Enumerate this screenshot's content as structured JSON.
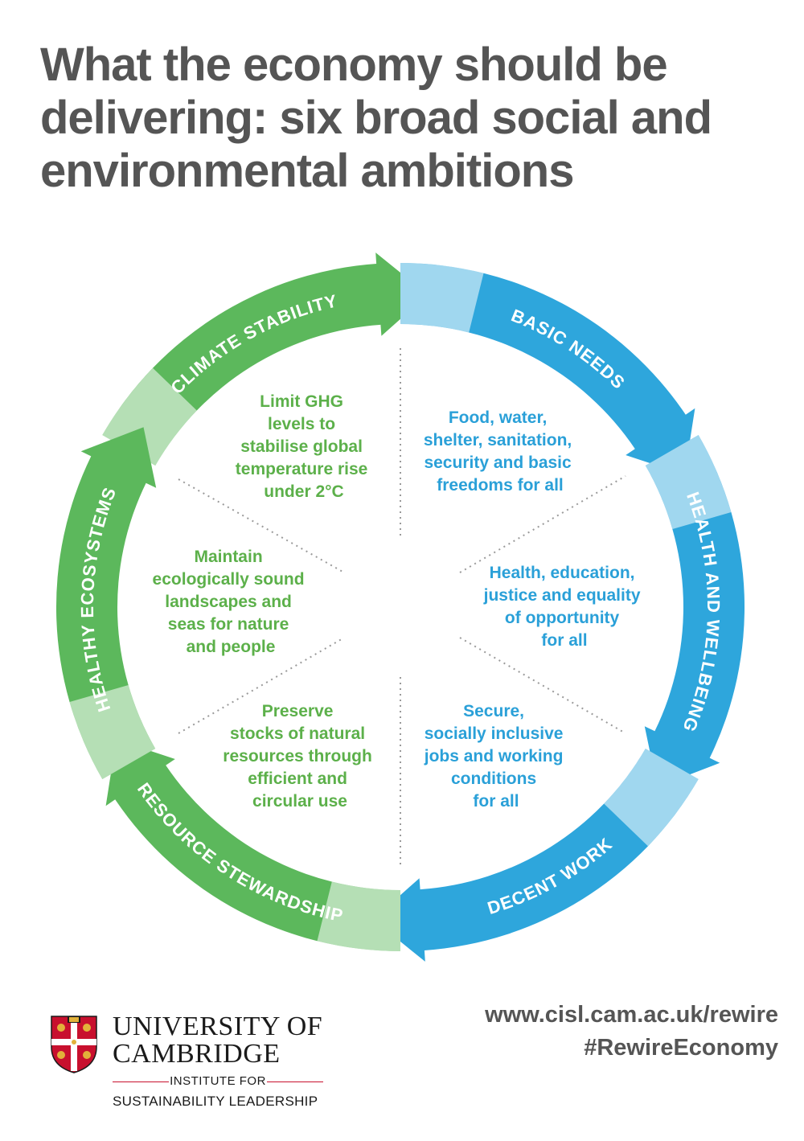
{
  "title": {
    "line1": "What the economy should be",
    "line2": "delivering: six broad social and",
    "line3": "environmental ambitions"
  },
  "colors": {
    "green": "#5cb85c",
    "blue": "#2ea6dc",
    "green_text": "#5cb04a",
    "blue_text": "#2aa0d8",
    "title_gray": "#555555",
    "cambridge_red": "#c8102e"
  },
  "ring": {
    "climate": "CLIMATE STABILITY",
    "basic": "BASIC NEEDS",
    "health": "HEALTH AND WELLBEING",
    "decent": "DECENT WORK",
    "resource": "RESOURCE STEWARDSHIP",
    "ecosystems": "HEALTHY ECOSYSTEMS"
  },
  "segments": {
    "climate": [
      "Limit GHG",
      "levels to",
      "stabilise global",
      "temperature rise",
      "under 2°C"
    ],
    "basic": [
      "Food, water,",
      "shelter, sanitation,",
      "security and basic",
      "freedoms for all"
    ],
    "health": [
      "Health, education,",
      "justice and equality",
      "of opportunity",
      "for all"
    ],
    "decent": [
      "Secure,",
      "socially inclusive",
      "jobs and working",
      "conditions",
      "for all"
    ],
    "resource": [
      "Preserve",
      "stocks of natural",
      "resources through",
      "efficient and",
      "circular use"
    ],
    "ecosystems": [
      "Maintain",
      "ecologically sound",
      "landscapes and",
      "seas for nature",
      "and people"
    ]
  },
  "footer": {
    "url": "www.cisl.cam.ac.uk/rewire",
    "hashtag": "#RewireEconomy"
  },
  "logo": {
    "line1": "UNIVERSITY OF",
    "line2": "CAMBRIDGE",
    "institute": "INSTITUTE FOR",
    "leadership": "SUSTAINABILITY LEADERSHIP"
  }
}
